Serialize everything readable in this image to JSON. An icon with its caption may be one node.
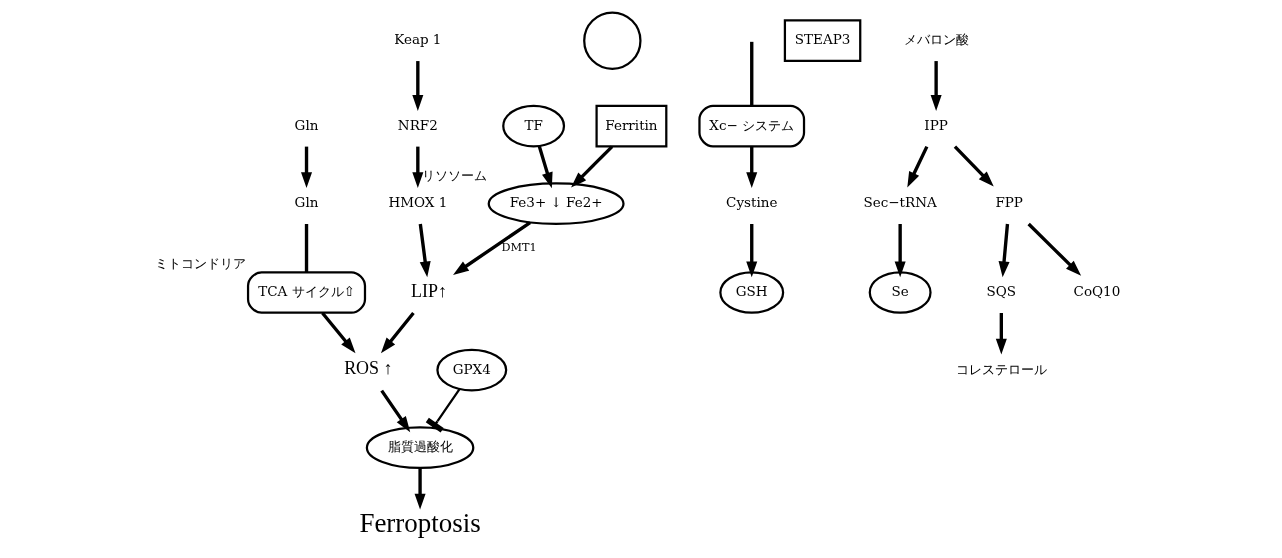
{
  "diagram": {
    "nodes": [
      {
        "text": [
          "TF"
        ]
      },
      {
        "text": [
          "Gln"
        ]
      },
      {
        "text": [],
        "shape": "circle"
      },
      {
        "text": [
          "Gln"
        ]
      },
      {
        "text": [
          "脂質過酸化"
        ]
      },
      {
        "text": [
          "Xc− システム"
        ]
      },
      {
        "text": [
          "Ferritin"
        ]
      },
      {
        "text": [
          "Fe3+ ↓ Fe2+"
        ],
        "beside": [
          "リソソーム"
        ]
      },
      {
        "text": [
          "STEAP3"
        ]
      },
      {
        "text": [
          "TCA サイクル⇧"
        ],
        "beside": [
          "ミトコンドリア"
        ]
      },
      {
        "text": [
          "Cystine"
        ]
      },
      {
        "text": [
          "GSH"
        ]
      },
      {
        "text": [
          "GPX4"
        ]
      },
      {
        "text": [
          "Se"
        ]
      },
      {
        "text": [
          "LIP↑"
        ]
      },
      {
        "text": [
          "ROS ↑"
        ]
      },
      {
        "text": [
          "Ferroptosis"
        ]
      },
      {
        "text": [
          "HMOX 1"
        ]
      },
      {
        "text": [
          "NRF2"
        ]
      },
      {
        "text": [
          "Keap 1"
        ]
      },
      {
        "text": [
          "Sec−tRNA"
        ]
      },
      {
        "text": [
          "IPP"
        ]
      },
      {
        "text": [
          "FPP"
        ]
      },
      {
        "text": [
          "SQS"
        ]
      },
      {
        "text": [
          "コレステロール"
        ]
      },
      {
        "text": [
          "CoQ10"
        ]
      },
      {
        "text": [
          "メバロン酸"
        ]
      }
    ],
    "edges": [
      {
        "from": 0,
        "to": 7,
        "arrow": "to"
      },
      {
        "from": 1,
        "to": 3,
        "arrow": "to"
      },
      {
        "from": 6,
        "to": 7,
        "arrow": "to"
      },
      {
        "from": 7,
        "to": 14,
        "arrow": "to",
        "label": "DMT1"
      },
      {
        "from": 3,
        "to": 9,
        "arrow": "none"
      },
      {
        "from": 9,
        "to": 15,
        "arrow": "to"
      },
      {
        "from": 14,
        "to": 15,
        "arrow": "to"
      },
      {
        "from": 15,
        "to": 4,
        "arrow": "to"
      },
      {
        "from": 4,
        "to": 16,
        "arrow": "to"
      },
      {
        "from": 12,
        "to": 4,
        "arrow": "other"
      },
      {
        "from": null,
        "to": 5,
        "arrow": "none"
      },
      {
        "from": 5,
        "to": 10,
        "arrow": "to"
      },
      {
        "from": 10,
        "to": 11,
        "arrow": "to"
      },
      {
        "from": 20,
        "to": 13,
        "arrow": "to"
      },
      {
        "from": 21,
        "to": 20,
        "arrow": "to"
      },
      {
        "from": 21,
        "to": 22,
        "arrow": "to"
      },
      {
        "from": 22,
        "to": 23,
        "arrow": "to"
      },
      {
        "from": 23,
        "to": 24,
        "arrow": "to"
      },
      {
        "from": 22,
        "to": 25,
        "arrow": "to"
      },
      {
        "from": 26,
        "to": 21,
        "arrow": "to"
      },
      {
        "from": 19,
        "to": 18,
        "arrow": "to"
      },
      {
        "from": 18,
        "to": 17,
        "arrow": "to"
      },
      {
        "from": 17,
        "to": 14,
        "arrow": "to"
      }
    ]
  }
}
